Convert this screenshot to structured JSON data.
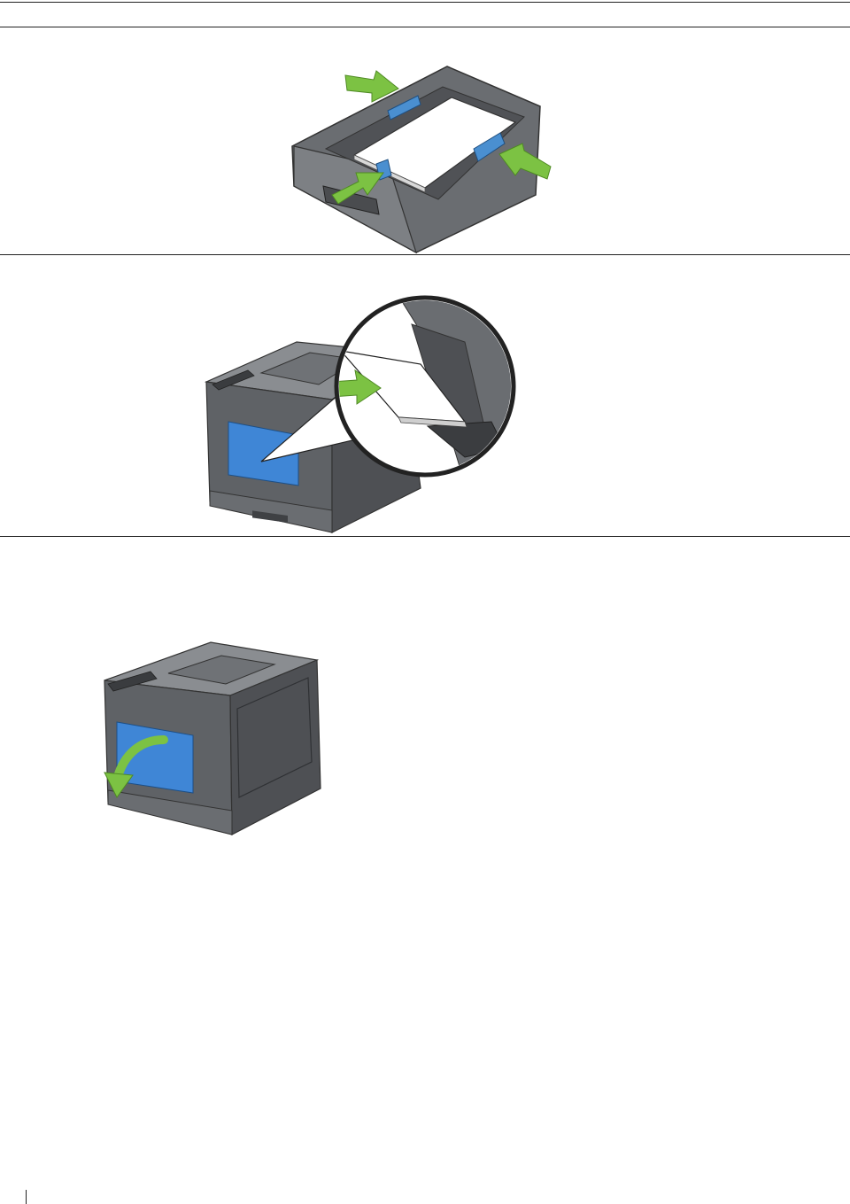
{
  "document": {
    "figures": [
      {
        "name": "paper-tray-with-guides",
        "arrows": 3,
        "arrow_color": "#7cc243",
        "guide_color": "#4a8fd0"
      },
      {
        "name": "printer-loading-paper-into-mpf",
        "arrows": 1,
        "arrow_color": "#7cc243",
        "door_color": "#3f86d6"
      },
      {
        "name": "printer-closing-mpf-cover",
        "arrows": 1,
        "arrow_color": "#7cc243",
        "door_color": "#3f86d6"
      }
    ]
  },
  "colors": {
    "printer_body": "#5f6266",
    "printer_top": "#8a8d91",
    "tray_body": "#6a6d71",
    "mpf_blue": "#3f86d6",
    "arrow_green": "#7cc243",
    "rule": "#222222"
  }
}
